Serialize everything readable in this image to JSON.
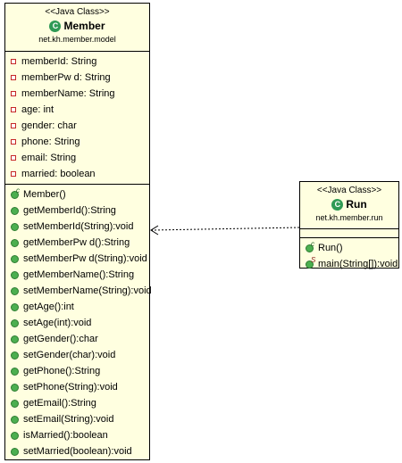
{
  "classes": {
    "member": {
      "stereotype": "<<Java Class>>",
      "icon": "class-icon",
      "icon_glyph": "C",
      "name": "Member",
      "package": "net.kh.member.model",
      "fields": [
        "memberId: String",
        "memberPw d: String",
        "memberName: String",
        "age: int",
        "gender: char",
        "phone: String",
        "email: String",
        "married: boolean"
      ],
      "methods": [
        "Member()",
        "getMemberId():String",
        "setMemberId(String):void",
        "getMemberPw d():String",
        "setMemberPw d(String):void",
        "getMemberName():String",
        "setMemberName(String):void",
        "getAge():int",
        "setAge(int):void",
        "getGender():char",
        "setGender(char):void",
        "getPhone():String",
        "setPhone(String):void",
        "getEmail():String",
        "setEmail(String):void",
        "isMarried():boolean",
        "setMarried(boolean):void"
      ]
    },
    "run": {
      "stereotype": "<<Java Class>>",
      "icon": "class-icon",
      "icon_glyph": "C",
      "name": "Run",
      "package": "net.kh.member.run",
      "methods": [
        "Run()",
        "main(String[]):void"
      ]
    }
  },
  "colors": {
    "class_fill": "#ffffe0",
    "class_icon": "#2f9a55",
    "private_marker": "#c62828",
    "public_marker": "#4caf50"
  },
  "relations": [
    {
      "type": "dependency",
      "from": "Run",
      "to": "Member",
      "style": "dashed-arrow"
    }
  ]
}
